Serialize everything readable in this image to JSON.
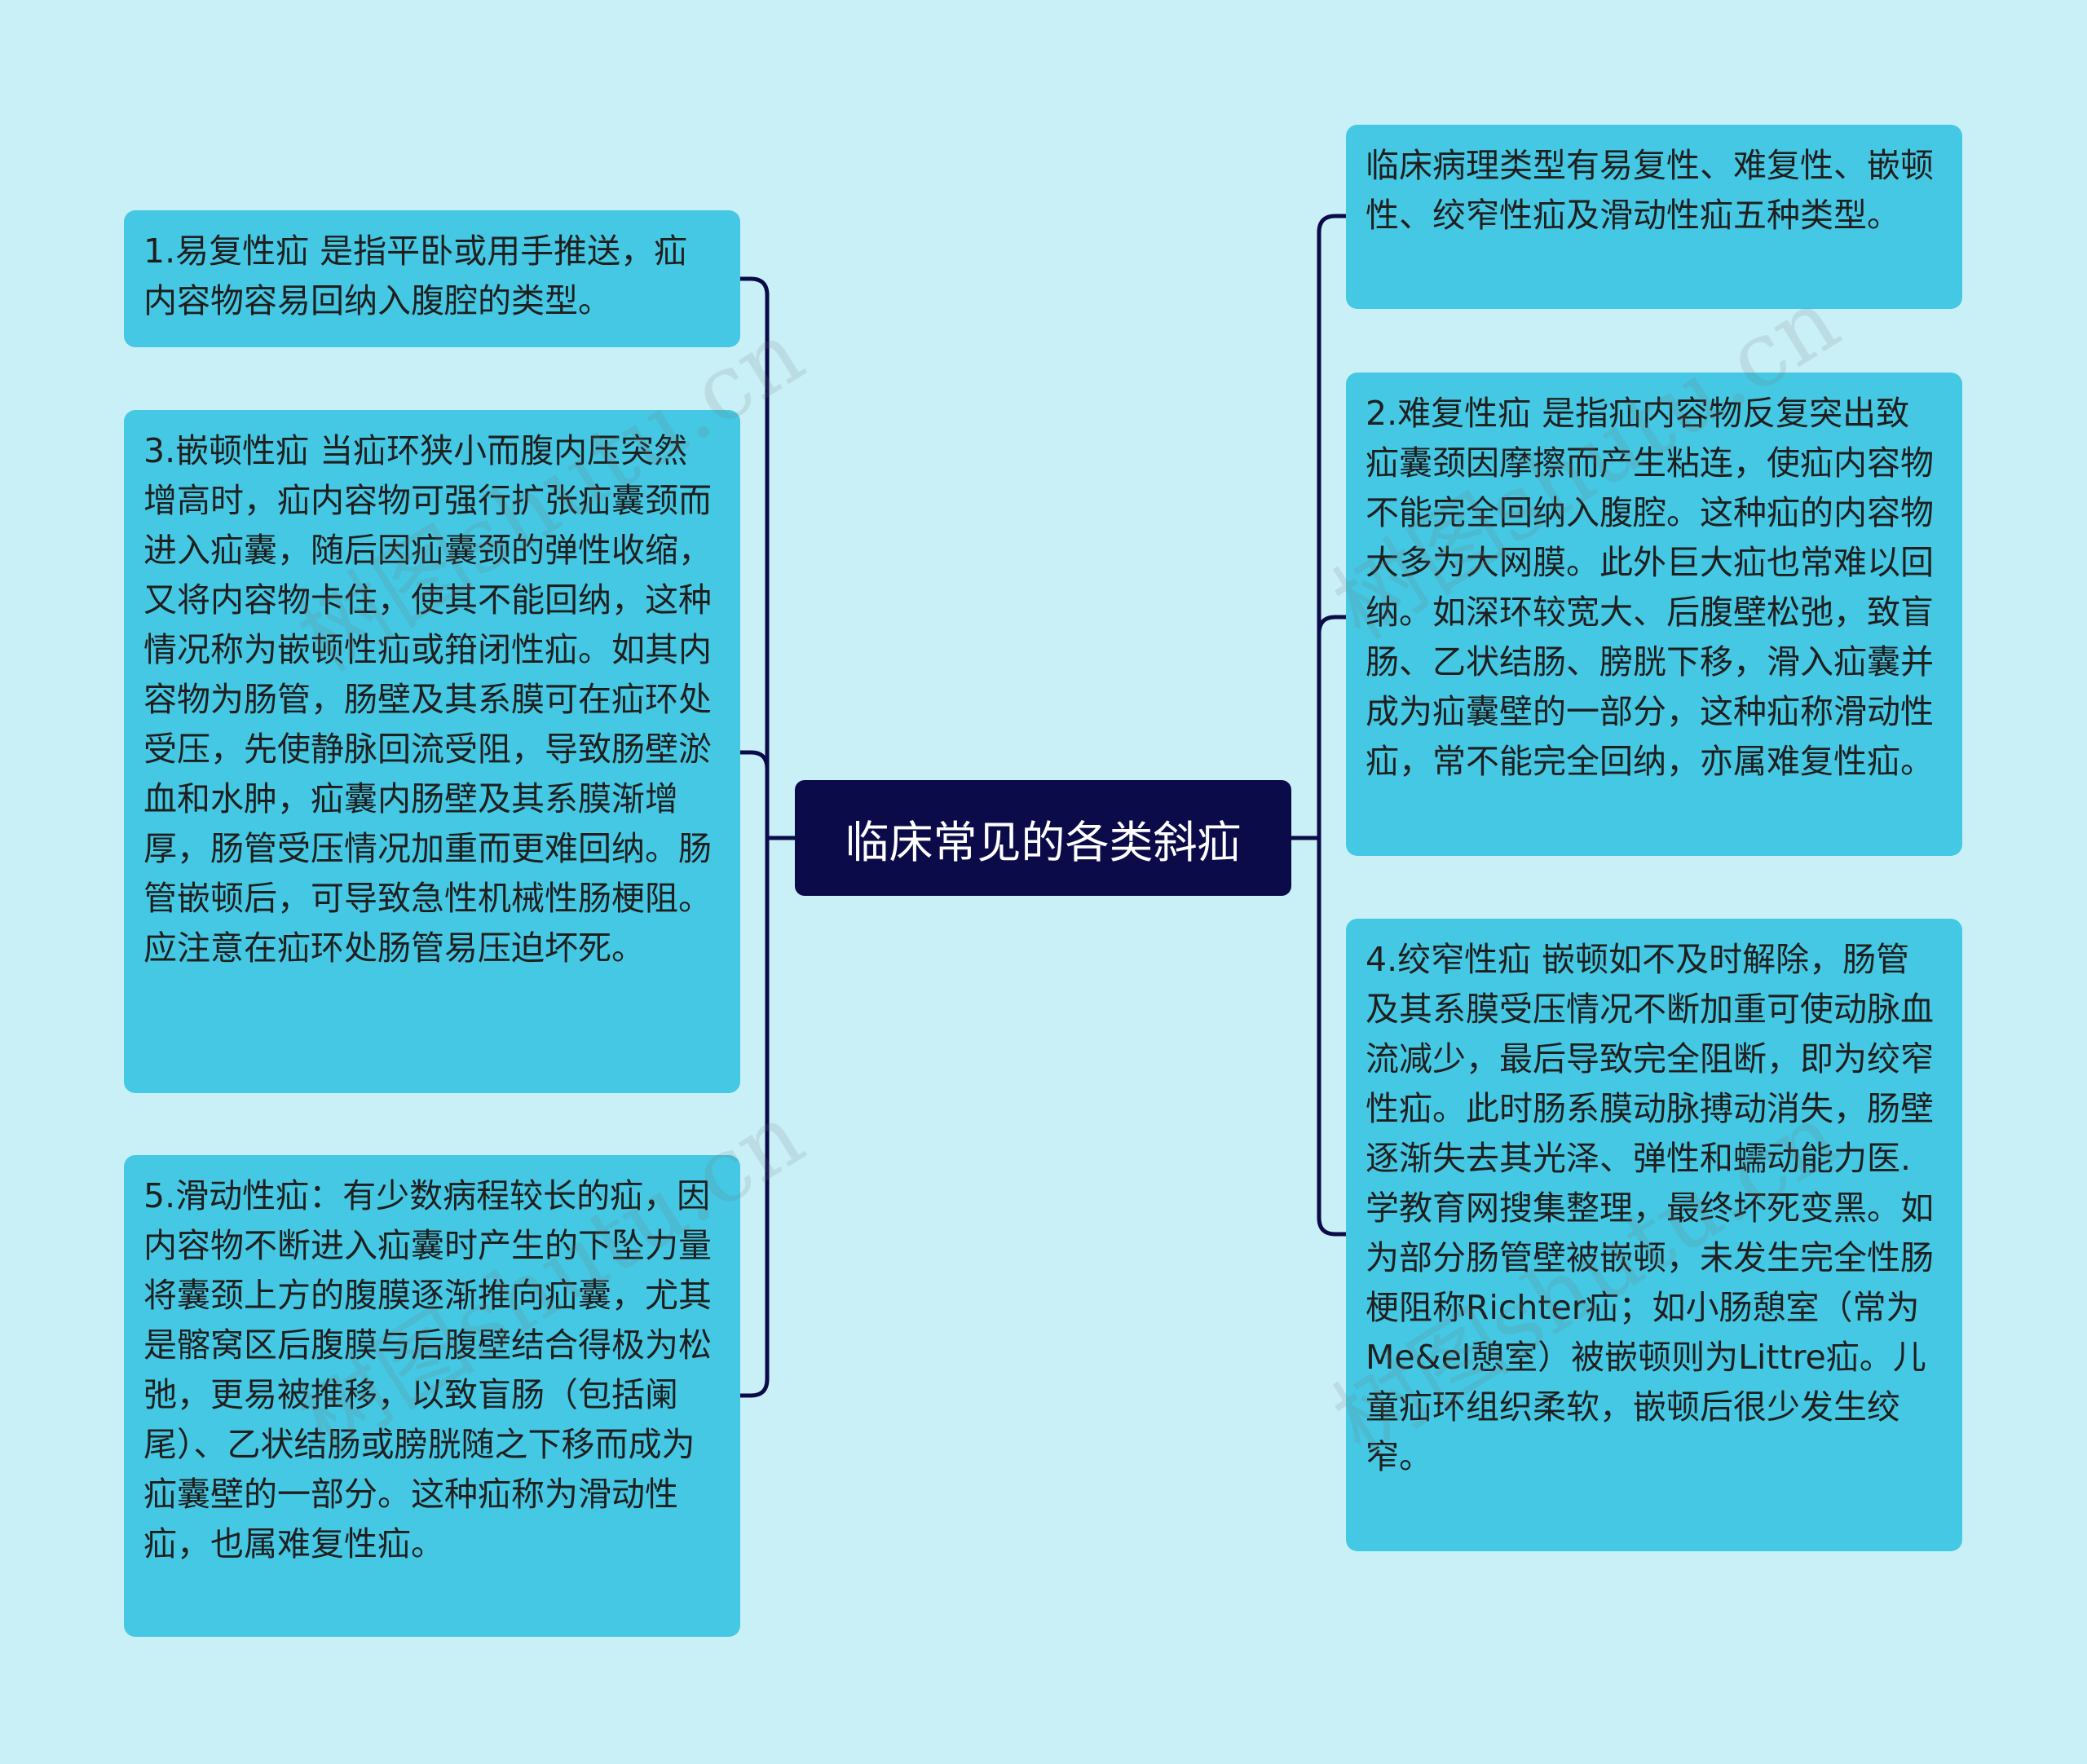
{
  "colors": {
    "background": "#c9f0f7",
    "node_fill": "#45c8e3",
    "central_fill": "#0c0b4a",
    "connector": "#0c0b4a",
    "node_text": "#1f1f1f",
    "central_text": "#ffffff"
  },
  "central": {
    "title": "临床常见的各类斜疝"
  },
  "left_nodes": [
    {
      "text": "1.易复性疝 是指平卧或用手推送，疝内容物容易回纳入腹腔的类型。"
    },
    {
      "text": "3.嵌顿性疝 当疝环狭小而腹内压突然增高时，疝内容物可强行扩张疝囊颈而进入疝囊，随后因疝囊颈的弹性收缩，又将内容物卡住，使其不能回纳，这种情况称为嵌顿性疝或箝闭性疝。如其内容物为肠管，肠壁及其系膜可在疝环处受压，先使静脉回流受阻，导致肠壁淤血和水肿，疝囊内肠壁及其系膜渐增厚，肠管受压情况加重而更难回纳。肠管嵌顿后，可导致急性机械性肠梗阻。应注意在疝环处肠管易压迫坏死。"
    },
    {
      "text": "5.滑动性疝：有少数病程较长的疝，因内容物不断进入疝囊时产生的下坠力量将囊颈上方的腹膜逐渐推向疝囊，尤其是髂窝区后腹膜与后腹壁结合得极为松弛，更易被推移，以致盲肠（包括阑尾）、乙状结肠或膀胱随之下移而成为疝囊壁的一部分。这种疝称为滑动性疝，也属难复性疝。"
    }
  ],
  "right_nodes": [
    {
      "text": "临床病理类型有易复性、难复性、嵌顿性、绞窄性疝及滑动性疝五种类型。"
    },
    {
      "text": "2.难复性疝 是指疝内容物反复突出致疝囊颈因摩擦而产生粘连，使疝内容物不能完全回纳入腹腔。这种疝的内容物大多为大网膜。此外巨大疝也常难以回纳。如深环较宽大、后腹壁松弛，致盲肠、乙状结肠、膀胱下移，滑入疝囊并成为疝囊壁的一部分，这种疝称滑动性疝，常不能完全回纳，亦属难复性疝。"
    },
    {
      "text": "4.绞窄性疝 嵌顿如不及时解除，肠管及其系膜受压情况不断加重可使动脉血流减少，最后导致完全阻断，即为绞窄性疝。此时肠系膜动脉搏动消失，肠壁逐渐失去其光泽、弹性和蠕动能力医.学教育网搜集整理，最终坏死变黑。如为部分肠管壁被嵌顿，未发生完全性肠梗阻称Richter疝；如小肠憩室（常为Me&el憩室）被嵌顿则为Littre疝。儿童疝环组织柔软，嵌顿后很少发生绞窄。"
    }
  ],
  "watermark": {
    "text": "树图shutu.cn"
  }
}
